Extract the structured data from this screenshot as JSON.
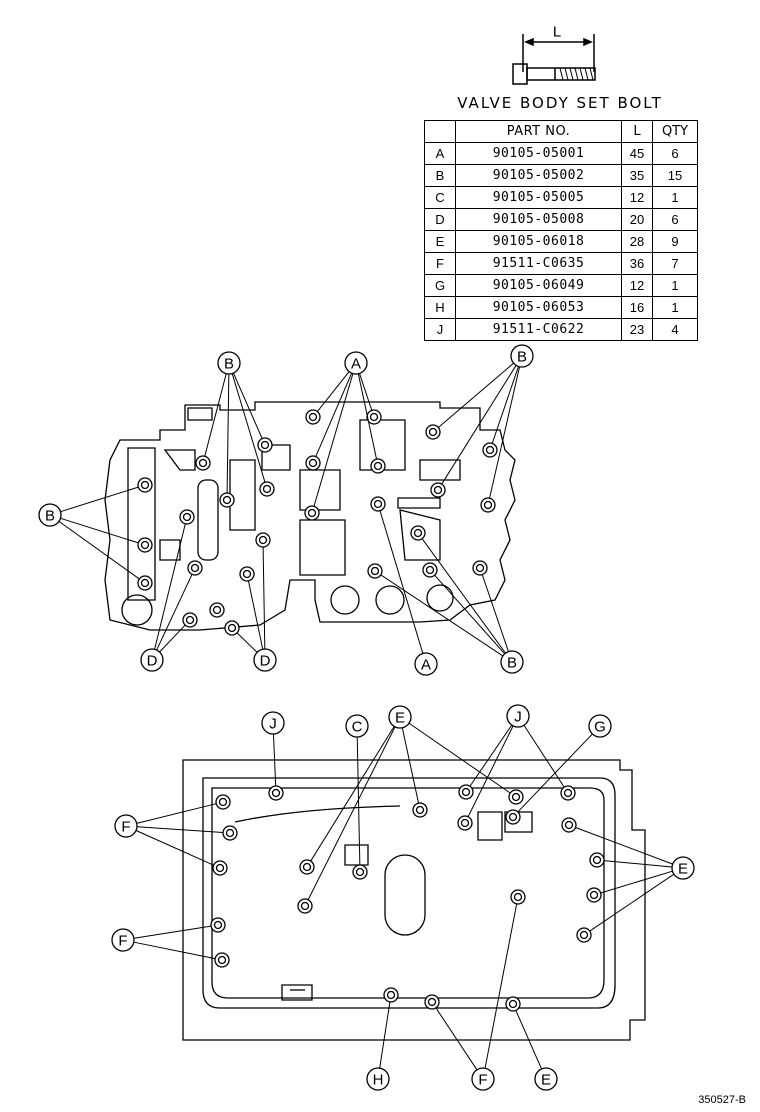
{
  "dimension_label": "L",
  "table": {
    "title": "VALVE BODY SET BOLT",
    "headers": [
      "",
      "PART NO.",
      "L",
      "QTY"
    ],
    "rows": [
      {
        "letter": "A",
        "part": "90105-05001",
        "length": "45",
        "qty": "6"
      },
      {
        "letter": "B",
        "part": "90105-05002",
        "length": "35",
        "qty": "15"
      },
      {
        "letter": "C",
        "part": "90105-05005",
        "length": "12",
        "qty": "1"
      },
      {
        "letter": "D",
        "part": "90105-05008",
        "length": "20",
        "qty": "6"
      },
      {
        "letter": "E",
        "part": "90105-06018",
        "length": "28",
        "qty": "9"
      },
      {
        "letter": "F",
        "part": "91511-C0635",
        "length": "36",
        "qty": "7"
      },
      {
        "letter": "G",
        "part": "90105-06049",
        "length": "12",
        "qty": "1"
      },
      {
        "letter": "H",
        "part": "90105-06053",
        "length": "16",
        "qty": "1"
      },
      {
        "letter": "J",
        "part": "91511-C0622",
        "length": "23",
        "qty": "4"
      }
    ]
  },
  "upper_callouts": [
    "B",
    "A",
    "B",
    "B",
    "D",
    "D",
    "A",
    "B"
  ],
  "lower_callouts": [
    "J",
    "C",
    "E",
    "J",
    "G",
    "F",
    "E",
    "F",
    "H",
    "F",
    "E"
  ],
  "drawing_code": "350527-B"
}
